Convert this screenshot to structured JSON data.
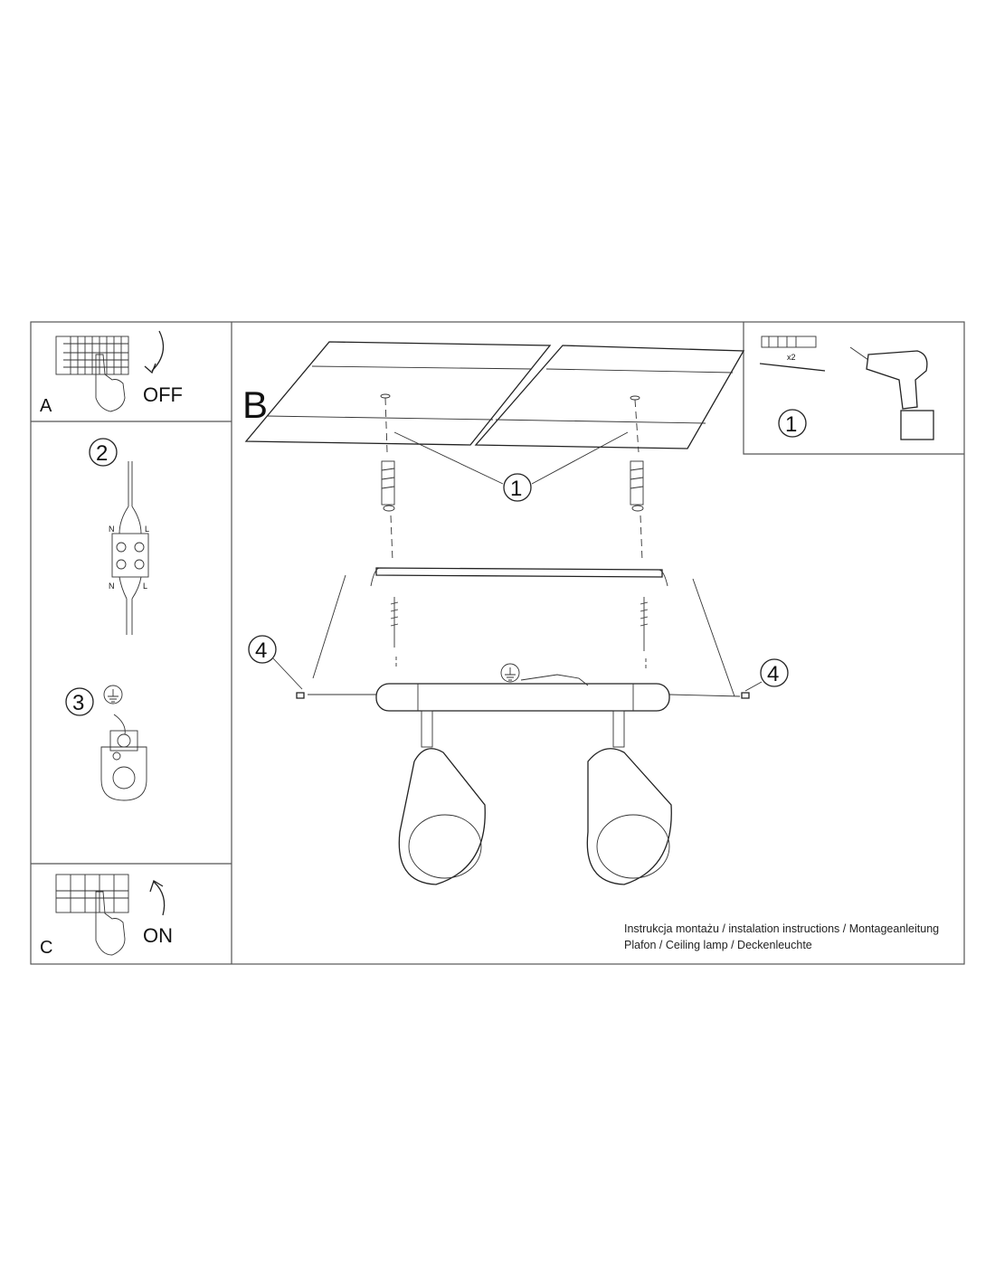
{
  "panels": {
    "a": {
      "letter": "A",
      "label": "OFF"
    },
    "b": {
      "letter": "B"
    },
    "c": {
      "letter": "C",
      "label": "ON"
    }
  },
  "steps": {
    "s1": "1",
    "s1_tools": "1",
    "s2": "2",
    "s3": "3",
    "s4_left": "4",
    "s4_right": "4"
  },
  "wiring": {
    "n_top": "N",
    "l_top": "L",
    "n_bottom": "N",
    "l_bottom": "L"
  },
  "tools": {
    "quantity": "x2"
  },
  "footer": {
    "line1": "Instrukcja montażu / instalation instructions / Montageanleitung",
    "line2": "Plafon / Ceiling lamp / Deckenleuchte"
  }
}
